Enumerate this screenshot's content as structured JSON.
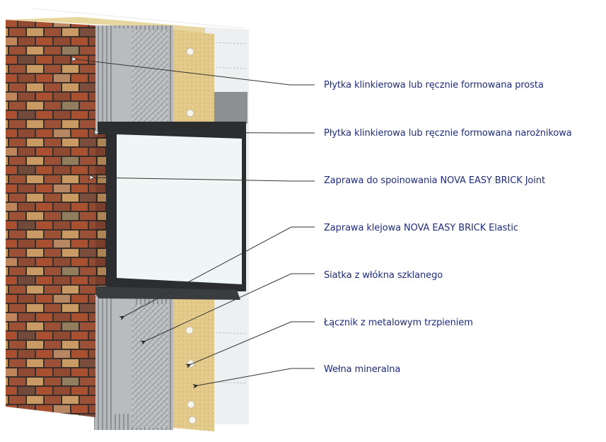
{
  "diagram": {
    "type": "wall-cross-section",
    "subject": "ETICS facade with brick-slip cladding around a window",
    "colors": {
      "label_text": "#1f2c7a",
      "leader_line": "#444444",
      "brick_primary": "#a8502f",
      "brick_dark": "#5a4a42",
      "brick_light": "#c99a63",
      "mortar": "#3a2f2a",
      "adhesive_gray": "#b9bcbe",
      "mesh_gray": "#9fa3a6",
      "mineral_wool": "#e3c98a",
      "masonry_block": "#eeeff0",
      "concrete_lintel": "#8e8f90",
      "window_frame": "#2b2d2f",
      "glass": "#eef7f5"
    },
    "callouts": [
      {
        "id": "flat-tile",
        "label": "Płytka klinkierowa lub ręcznie formowana prosta"
      },
      {
        "id": "corner-tile",
        "label": "Płytka klinkierowa lub ręcznie formowana narożnikowa"
      },
      {
        "id": "joint-mortar",
        "label": "Zaprawa do spoinowania NOVA EASY BRICK Joint"
      },
      {
        "id": "adhesive-mortar",
        "label": "Zaprawa klejowa NOVA EASY BRICK Elastic"
      },
      {
        "id": "fiberglass-mesh",
        "label": "Siatka z włókna szklanego"
      },
      {
        "id": "metal-pin-anchor",
        "label": "Łącznik z metalowym trzpieniem"
      },
      {
        "id": "mineral-wool",
        "label": "Wełna mineralna"
      }
    ]
  }
}
